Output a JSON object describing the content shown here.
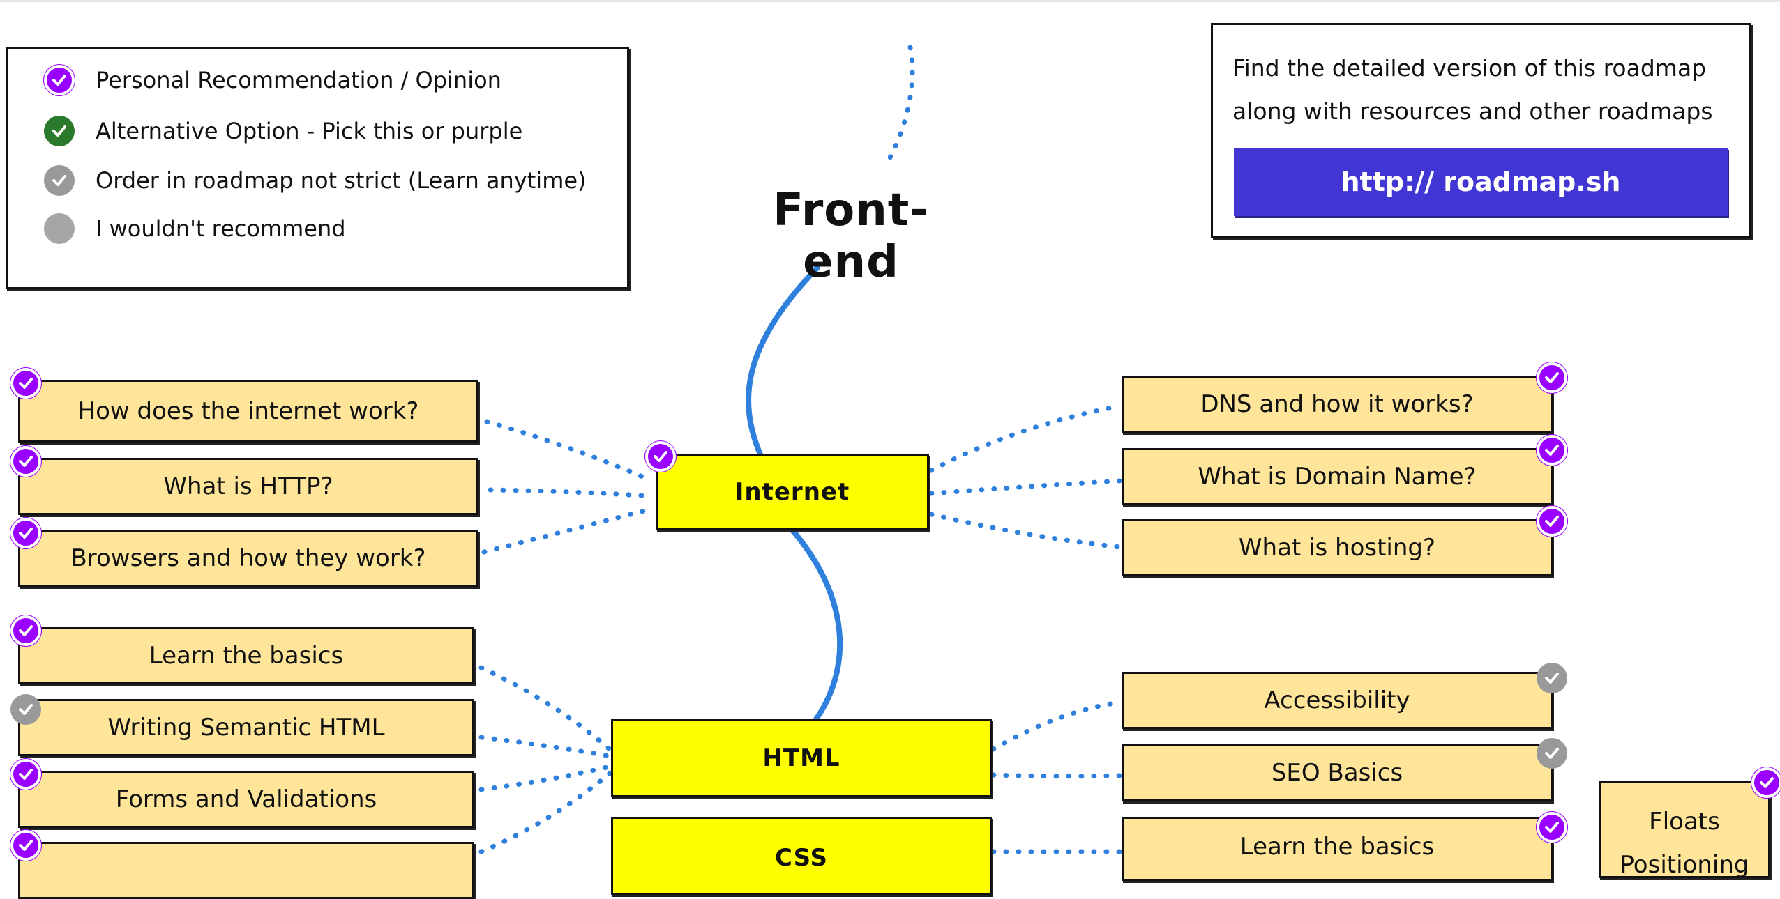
{
  "legend": {
    "items": [
      {
        "type": "purple",
        "label": "Personal Recommendation / Opinion"
      },
      {
        "type": "green",
        "label": "Alternative Option - Pick this or purple"
      },
      {
        "type": "gray",
        "label": "Order in roadmap not strict (Learn anytime)"
      },
      {
        "type": "plain",
        "label": "I wouldn't recommend"
      }
    ]
  },
  "title": "Front-end",
  "info": {
    "line1": "Find the detailed version of this roadmap",
    "line2": "along with resources and other roadmaps",
    "url": "http:// roadmap.sh"
  },
  "colors": {
    "main_node": "#ffff00",
    "sub_node": "#ffe599",
    "link": "#2f7fdd",
    "url_button": "#4136d4",
    "recommend": "#9900ff",
    "alternative": "#2b7a2b",
    "not_strict": "#999999"
  },
  "nodes": {
    "internet": {
      "label": "Internet",
      "badge": "purple"
    },
    "html": {
      "label": "HTML"
    },
    "css": {
      "label": "CSS"
    },
    "how_internet_works": {
      "label": "How does the internet work?",
      "badge": "purple"
    },
    "what_is_http": {
      "label": "What is HTTP?",
      "badge": "purple"
    },
    "browsers": {
      "label": "Browsers and how they work?",
      "badge": "purple"
    },
    "dns": {
      "label": "DNS and how it works?",
      "badge": "purple"
    },
    "domain_name": {
      "label": "What is Domain Name?",
      "badge": "purple"
    },
    "hosting": {
      "label": "What is hosting?",
      "badge": "purple"
    },
    "html_basics": {
      "label": "Learn the basics",
      "badge": "purple"
    },
    "semantic_html": {
      "label": "Writing Semantic HTML",
      "badge": "gray"
    },
    "forms": {
      "label": "Forms and Validations",
      "badge": "purple"
    },
    "accessibility": {
      "label": "Accessibility",
      "badge": "gray"
    },
    "seo": {
      "label": "SEO Basics",
      "badge": "gray"
    },
    "css_basics": {
      "label": "Learn the basics",
      "badge": "purple"
    },
    "floats": {
      "label": "Floats",
      "badge": "purple"
    },
    "positioning": {
      "label": "Positioning"
    }
  }
}
